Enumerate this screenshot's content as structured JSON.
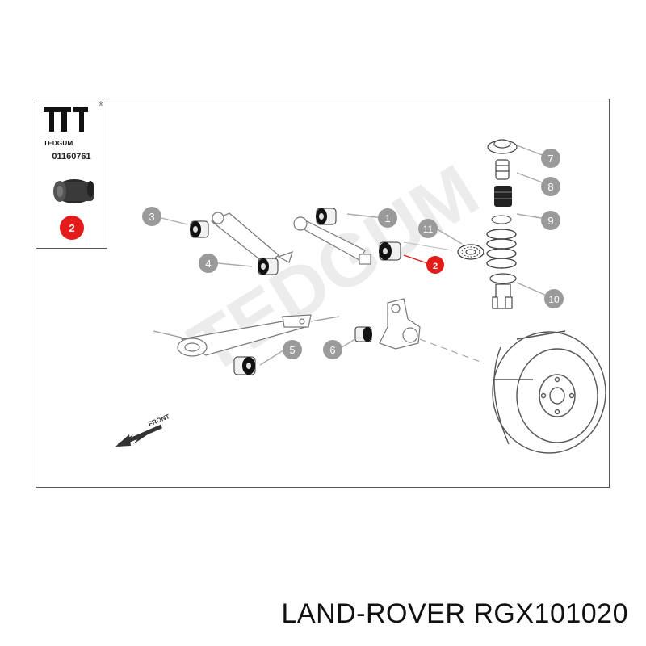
{
  "brand": {
    "name": "TEDGUM",
    "registered_mark": "®",
    "part_number": "01160761",
    "highlight_number": "2",
    "watermark": "TEDGUM"
  },
  "callouts": [
    {
      "id": "1"
    },
    {
      "id": "2"
    },
    {
      "id": "3"
    },
    {
      "id": "4"
    },
    {
      "id": "5"
    },
    {
      "id": "6"
    },
    {
      "id": "7"
    },
    {
      "id": "8"
    },
    {
      "id": "9"
    },
    {
      "id": "10"
    },
    {
      "id": "11"
    }
  ],
  "front_label": "FRONT",
  "caption": "LAND-ROVER RGX101020",
  "colors": {
    "highlight": "#e31b1b",
    "callout_gray": "#9a9a9a",
    "frame": "#555555",
    "watermark": "#ececec"
  }
}
